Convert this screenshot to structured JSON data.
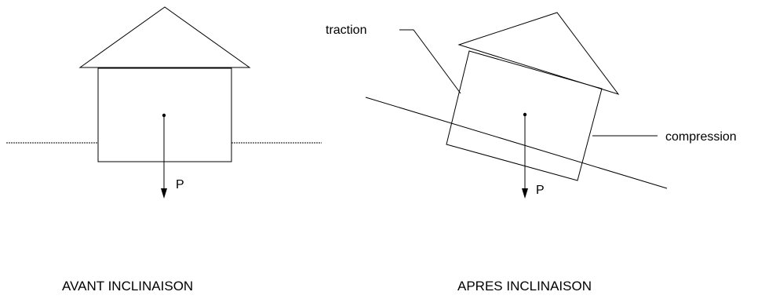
{
  "before": {
    "caption": "AVANT INCLINAISON",
    "load_label": "P"
  },
  "after": {
    "caption": "APRES INCLINAISON",
    "load_label": "P",
    "tension_label": "traction",
    "compression_label": "compression"
  }
}
